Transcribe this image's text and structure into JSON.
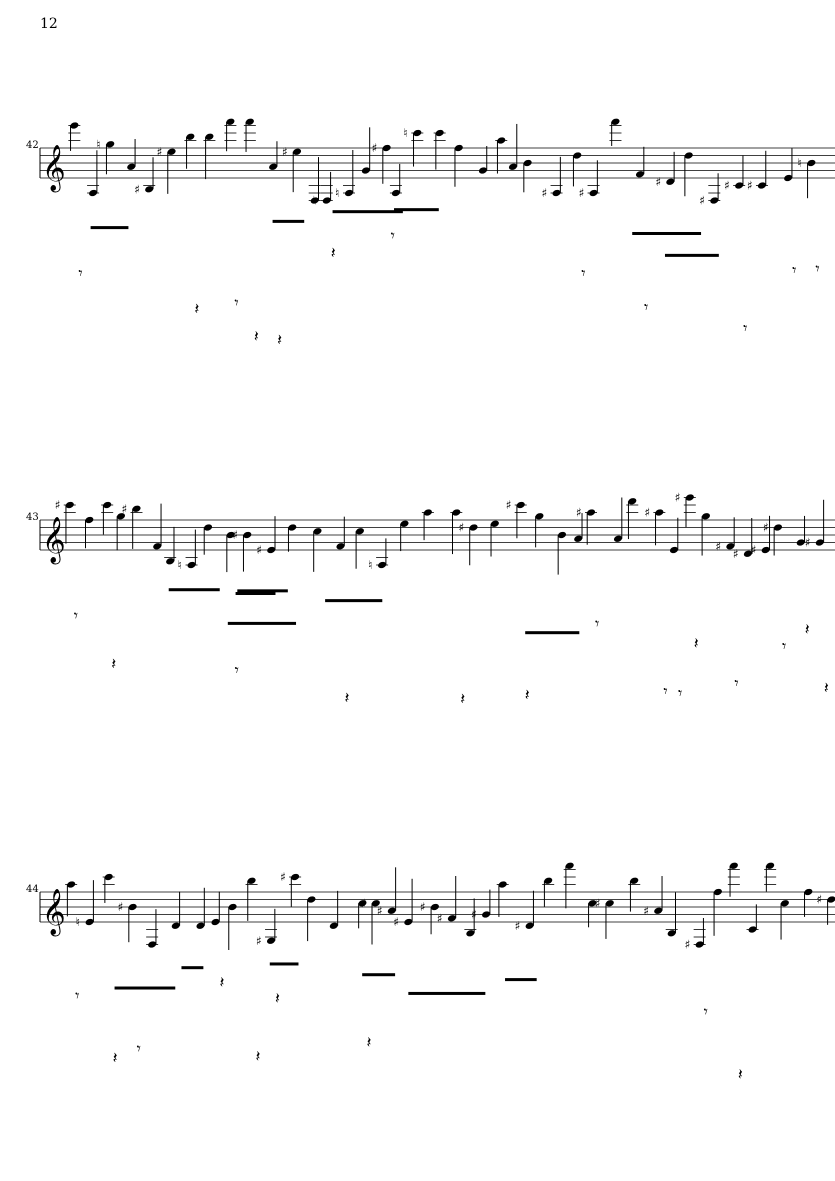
{
  "page": {
    "number": "12"
  },
  "systems": [
    {
      "measure": "42"
    },
    {
      "measure": "43"
    },
    {
      "measure": "44"
    }
  ],
  "glyphs": {
    "treble_clef": "𝄞",
    "sharp": "♯",
    "natural": "♮",
    "quarter_rest": "𝄽",
    "eighth_rest": "𝄾"
  }
}
